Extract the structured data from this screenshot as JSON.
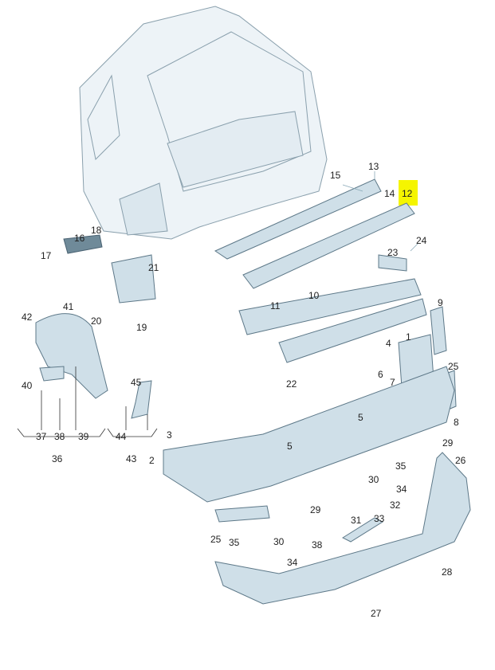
{
  "diagram": {
    "title": "Rear bumper exploded parts diagram",
    "highlight_color": "#f5f500",
    "highlighted_part": "12",
    "callouts": [
      "13",
      "15",
      "14",
      "12",
      "16",
      "18",
      "17",
      "21",
      "24",
      "23",
      "11",
      "10",
      "9",
      "42",
      "41",
      "20",
      "19",
      "1",
      "4",
      "22",
      "40",
      "45",
      "6",
      "7",
      "25",
      "5",
      "8",
      "37",
      "38",
      "39",
      "44",
      "36",
      "43",
      "3",
      "2",
      "5",
      "29",
      "26",
      "35",
      "30",
      "34",
      "29",
      "32",
      "31",
      "33",
      "25",
      "35",
      "30",
      "38",
      "34",
      "28",
      "27"
    ]
  }
}
